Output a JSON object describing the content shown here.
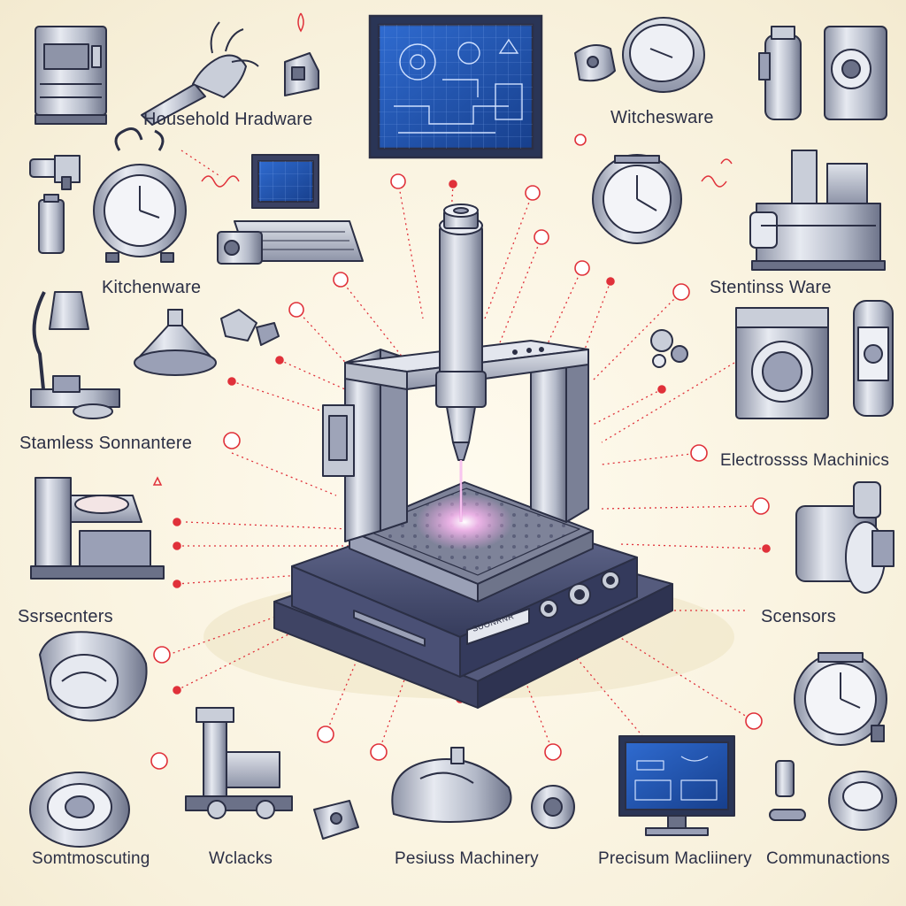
{
  "labels": {
    "household_hardware": "Household Hradware",
    "witchesware": "Witchesware",
    "kitchenware": "Kitchenware",
    "stainless_ware": "Stentinss Ware",
    "seamless_sonnantere": "Stamless Sonnantere",
    "electronics_machinics": "Electrossss Machinics",
    "ssrsecnters": "Ssrsecnters",
    "sensors": "Scensors",
    "somtmoscuting": "Somtmoscuting",
    "wclacks": "Wclacks",
    "pesiuss_machinery": "Pesiuss Machinery",
    "precisum_machinery": "Precisum Macliinery",
    "communactions": "Communactions"
  },
  "machine": {
    "plate_text": "SUONRNR"
  },
  "colors": {
    "background": "#fbf6e6",
    "outline": "#2b2f45",
    "metal_light": "#d8dce6",
    "metal_mid": "#a9afc0",
    "metal_dark": "#6b7188",
    "blueprint": "#1f4fa0",
    "callout_red": "#e0313a",
    "laser_glow": "#f4a6e8"
  }
}
